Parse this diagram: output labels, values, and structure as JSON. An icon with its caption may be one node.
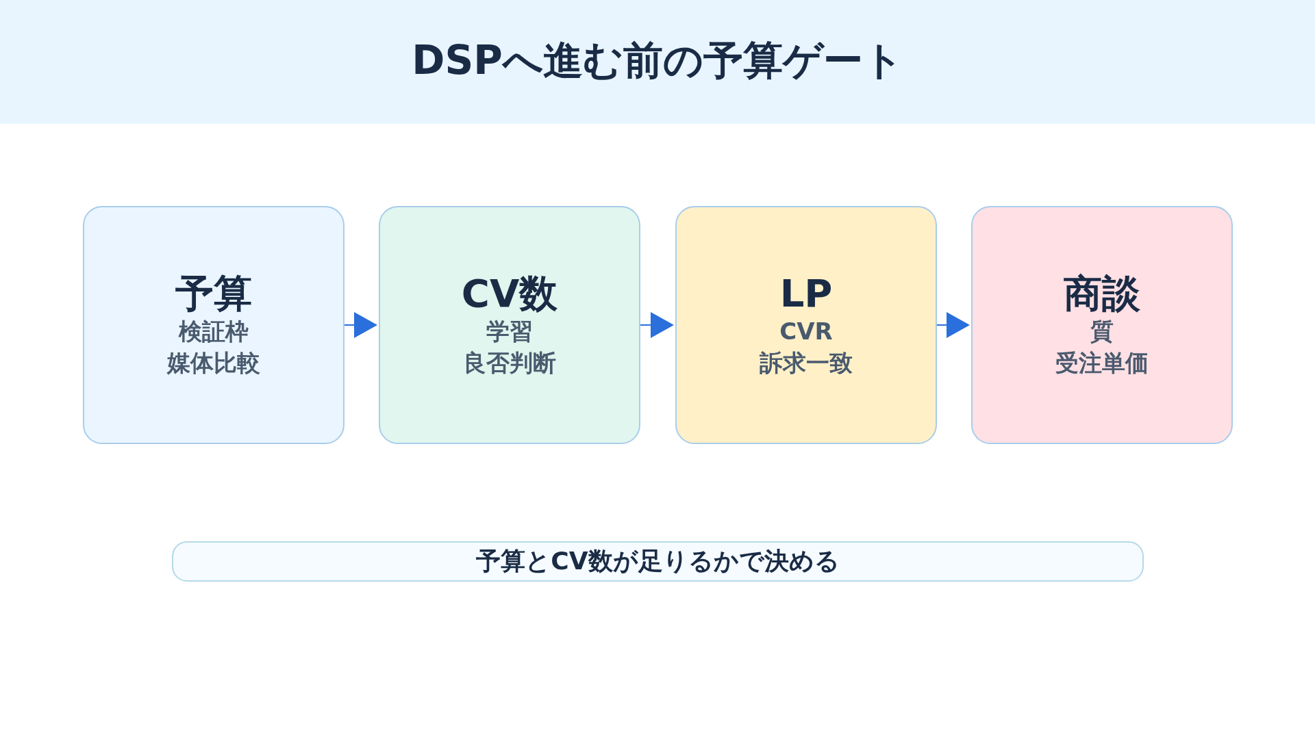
{
  "diagram": {
    "title": "DSPへ進む前の予算ゲート",
    "nodes": [
      {
        "text": [
          "予算",
          "検証枠",
          "媒体比較"
        ]
      },
      {
        "text": [
          "CV数",
          "学習",
          "良否判断"
        ]
      },
      {
        "text": [
          "LP",
          "CVR",
          "訴求一致"
        ]
      },
      {
        "text": [
          "商談",
          "質",
          "受注単価"
        ]
      },
      {
        "text": [
          "予算とCV数が足りるかで決める"
        ]
      }
    ],
    "edges": [
      {
        "from": 0,
        "to": 1,
        "arrow": "to"
      },
      {
        "from": 1,
        "to": 2,
        "arrow": "to"
      },
      {
        "from": 2,
        "to": 3,
        "arrow": "to"
      }
    ]
  }
}
